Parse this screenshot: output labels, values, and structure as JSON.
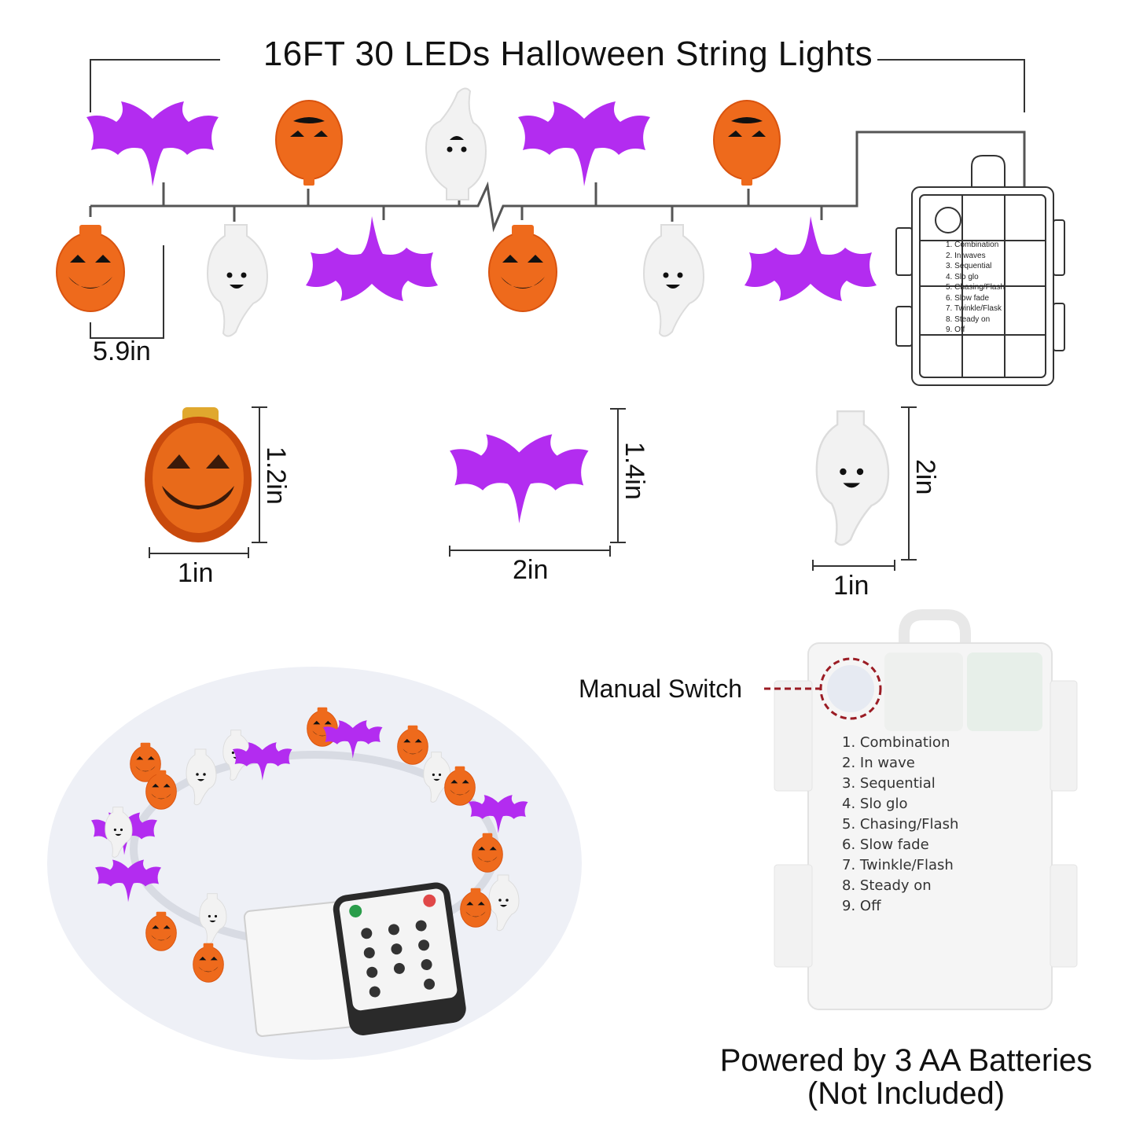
{
  "title": "16FT 30 LEDs Halloween String Lights",
  "spacing_label": "5.9in",
  "controller_modes": [
    "1. Combination",
    "2. In waves",
    "3. Sequential",
    "4. Slo glo",
    "5. Chasing/Flash",
    "6. Slow fade",
    "7. Twinkle/Flask",
    "8. Steady on",
    "9. Off"
  ],
  "pumpkin": {
    "height": "1.2in",
    "width": "1in"
  },
  "bat": {
    "height": "1.4in",
    "width": "2in"
  },
  "ghost": {
    "height": "2in",
    "width": "1in"
  },
  "manual_switch_label": "Manual Switch",
  "battery_box_modes": [
    "1. Combination",
    "2. In wave",
    "3. Sequential",
    "4. Slo glo",
    "5. Chasing/Flash",
    "6. Slow fade",
    "7. Twinkle/Flash",
    "8. Steady on",
    "9. Off"
  ],
  "power": {
    "line1": "Powered by 3 AA Batteries",
    "line2": "(Not Included)"
  },
  "colors": {
    "pumpkin": "#ee6a1c",
    "bat": "#b32cf0",
    "ghost": "#f2f2f2",
    "switch_marker": "#9b1c24"
  },
  "icons": [
    "pumpkin-icon",
    "bat-icon",
    "ghost-icon",
    "battery-box-icon",
    "remote-control-icon"
  ]
}
